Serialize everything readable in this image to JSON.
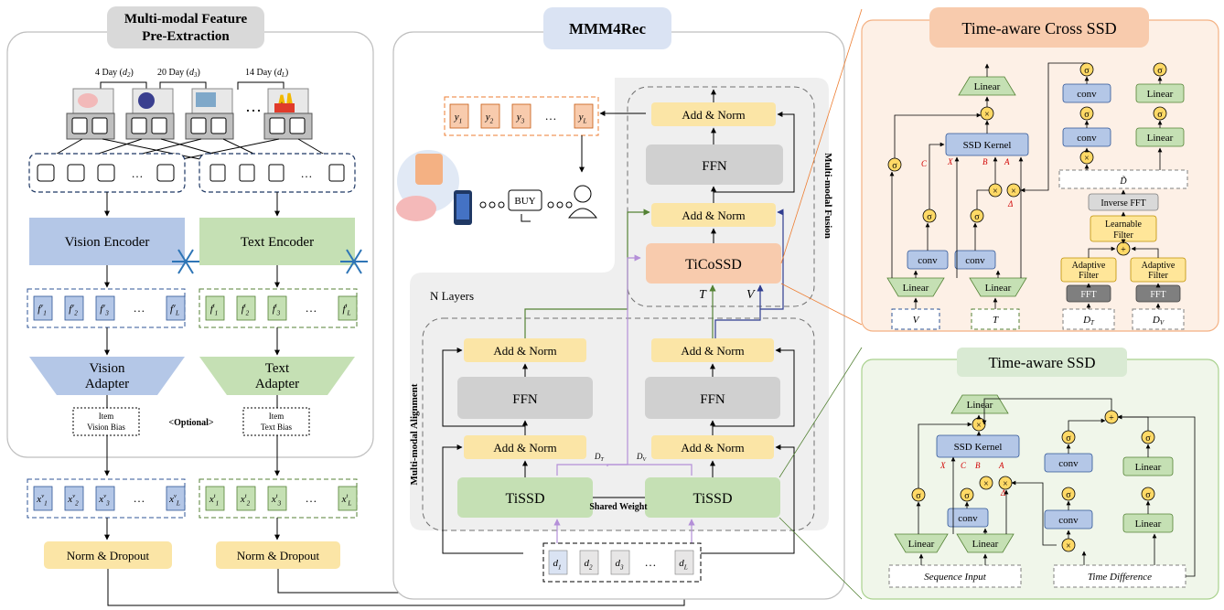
{
  "colors": {
    "blue": "#b4c7e7",
    "blue_dark": "#2f5597",
    "green": "#c5e0b4",
    "green_dark": "#548235",
    "yellow": "#fbe5a6",
    "gray": "#d0d0d0",
    "orange": "#f8cbad",
    "orange_panel": "#fdf0e6",
    "green_panel": "#f0f6ea",
    "purple": "#b48fd8",
    "navy": "#2f3c8f",
    "red_label": "#d00000"
  },
  "left_panel": {
    "title_line1": "Multi-modal Feature",
    "title_line2": "Pre-Extraction",
    "days": [
      "4 Day (",
      "20 Day (",
      "14 Day ("
    ],
    "day_subs": [
      "d",
      "d",
      "d"
    ],
    "day_idx": [
      "2",
      "3",
      "L"
    ],
    "ellipsis": "…",
    "vision_encoder": "Vision Encoder",
    "text_encoder": "Text Encoder",
    "vision_adapter": [
      "Vision",
      "Adapter"
    ],
    "text_adapter": [
      "Text",
      "Adapter"
    ],
    "item_vision_bias": [
      "Item",
      "Vision Bias"
    ],
    "item_text_bias": [
      "Item",
      "Text Bias"
    ],
    "optional": "<Optional>",
    "norm_dropout": "Norm & Dropout",
    "f_v": [
      "f",
      "f",
      "f",
      "f"
    ],
    "f_idx": [
      "1",
      "2",
      "3",
      "L"
    ],
    "x_idx": [
      "1",
      "2",
      "3",
      "L"
    ]
  },
  "center_panel": {
    "title": "MMM4Rec",
    "outputs": [
      "y",
      "y",
      "y",
      "y"
    ],
    "out_idx": [
      "1",
      "2",
      "3",
      "L"
    ],
    "buy": "BUY",
    "fusion_label": "Multi-modal Fusion",
    "alignment_label": "Multi-modal Alignment",
    "n_layers": "N Layers",
    "add_norm": "Add & Norm",
    "ffn": "FFN",
    "ticossd": "TiCoSSD",
    "tissd": "TiSSD",
    "shared_weight": "Shared Weight",
    "t_label": "T",
    "v_label": "V",
    "dt_label": "D",
    "dt_sub": "T",
    "dv_label": "D",
    "dv_sub": "V",
    "d_tokens": [
      "d",
      "d",
      "d",
      "d"
    ],
    "d_idx": [
      "1",
      "2",
      "3",
      "L"
    ]
  },
  "cross_ssd": {
    "title": "Time-aware Cross SSD",
    "linear": "Linear",
    "conv": "conv",
    "ssd_kernel": "SSD Kernel",
    "inverse_fft": "Inverse FFT",
    "learnable_filter": [
      "Learnable",
      "Filter"
    ],
    "adaptive_filter": [
      "Adaptive",
      "Filter"
    ],
    "fft": "FFT",
    "inputs": [
      "V",
      "T",
      "D",
      "D"
    ],
    "input_subs": [
      "",
      "",
      "T",
      "V"
    ],
    "d_tilde": "D̃",
    "labels": [
      "C",
      "X",
      "B",
      "A",
      "Δ"
    ],
    "sigma": "σ",
    "times": "×",
    "plus": "+"
  },
  "ssd": {
    "title": "Time-aware SSD",
    "linear": "Linear",
    "conv": "conv",
    "ssd_kernel": "SSD Kernel",
    "sequence_input": "Sequence Input",
    "time_difference": "Time Difference",
    "labels": [
      "X",
      "C",
      "B",
      "A",
      "Δ"
    ]
  }
}
